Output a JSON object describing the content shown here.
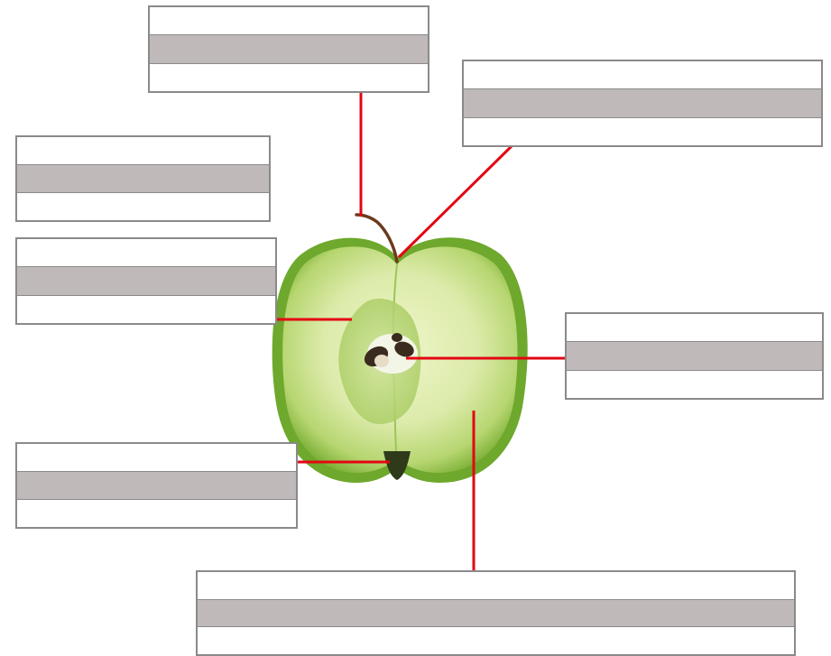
{
  "diagram": {
    "kind": "apple-cross-section-labeling-worksheet",
    "line_color": "#e30613",
    "box_border_color": "#8a8a8a",
    "box_band_color": "#bfb9b9",
    "labels": [
      {
        "id": "stalk",
        "top": "",
        "middle": "",
        "bottom": ""
      },
      {
        "id": "skin",
        "top": "",
        "middle": "",
        "bottom": ""
      },
      {
        "id": "upper-left-blank",
        "top": "",
        "middle": "",
        "bottom": ""
      },
      {
        "id": "core",
        "top": "",
        "middle": "",
        "bottom": ""
      },
      {
        "id": "seed",
        "top": "",
        "middle": "",
        "bottom": ""
      },
      {
        "id": "calyx",
        "top": "",
        "middle": "",
        "bottom": ""
      },
      {
        "id": "flesh",
        "top": "",
        "middle": "",
        "bottom": ""
      }
    ]
  }
}
